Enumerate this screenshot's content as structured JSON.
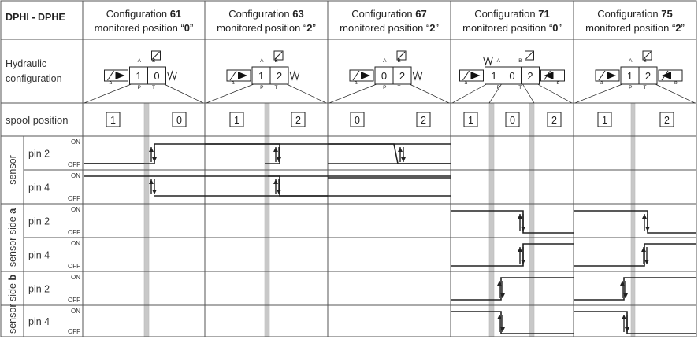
{
  "header": {
    "model": "DPHI - DPHE",
    "hydraulic_label_1": "Hydraulic",
    "hydraulic_label_2": "configuration",
    "spool_label": "spool position"
  },
  "configs": [
    {
      "prefix": "Configuration ",
      "number": "61",
      "line2_prefix": "monitored position “",
      "monitored": "0",
      "line2_suffix": "”",
      "symbol": [
        "1",
        "0"
      ],
      "spools": [
        "1",
        "0"
      ]
    },
    {
      "prefix": "Configuration ",
      "number": "63",
      "line2_prefix": "monitored position “",
      "monitored": "2",
      "line2_suffix": "”",
      "symbol": [
        "1",
        "2"
      ],
      "spools": [
        "1",
        "2"
      ]
    },
    {
      "prefix": "Configuration ",
      "number": "67",
      "line2_prefix": "monitored position “",
      "monitored": "2",
      "line2_suffix": "”",
      "symbol": [
        "0",
        "2"
      ],
      "spools": [
        "0",
        "2"
      ]
    },
    {
      "prefix": "Configuration ",
      "number": "71",
      "line2_prefix": "monitored position “",
      "monitored": "0",
      "line2_suffix": "”",
      "symbol": [
        "1",
        "0",
        "2"
      ],
      "spools": [
        "1",
        "0",
        "2"
      ]
    },
    {
      "prefix": "Configuration ",
      "number": "75",
      "line2_prefix": "monitored position “",
      "monitored": "2",
      "line2_suffix": "”",
      "symbol": [
        "1",
        "2"
      ],
      "spools": [
        "1",
        "2"
      ]
    }
  ],
  "ports": {
    "a": "A",
    "b": "B",
    "p": "P",
    "t": "T",
    "sol_a": "a",
    "sol_b": "b"
  },
  "sensor_groups": [
    {
      "prefix": "sensor",
      "suffix": ""
    },
    {
      "prefix": "sensor side ",
      "suffix": "a"
    },
    {
      "prefix": "sensor side ",
      "suffix": "b"
    }
  ],
  "rows": [
    {
      "pin": "pin 2"
    },
    {
      "pin": "pin 4"
    },
    {
      "pin": "pin 2"
    },
    {
      "pin": "pin 4"
    },
    {
      "pin": "pin 2"
    },
    {
      "pin": "pin 4"
    }
  ],
  "states": {
    "on": "ON",
    "off": "OFF"
  },
  "colors": {
    "line": "#222222",
    "grid": "#555555",
    "band": "#c8c8c8"
  }
}
